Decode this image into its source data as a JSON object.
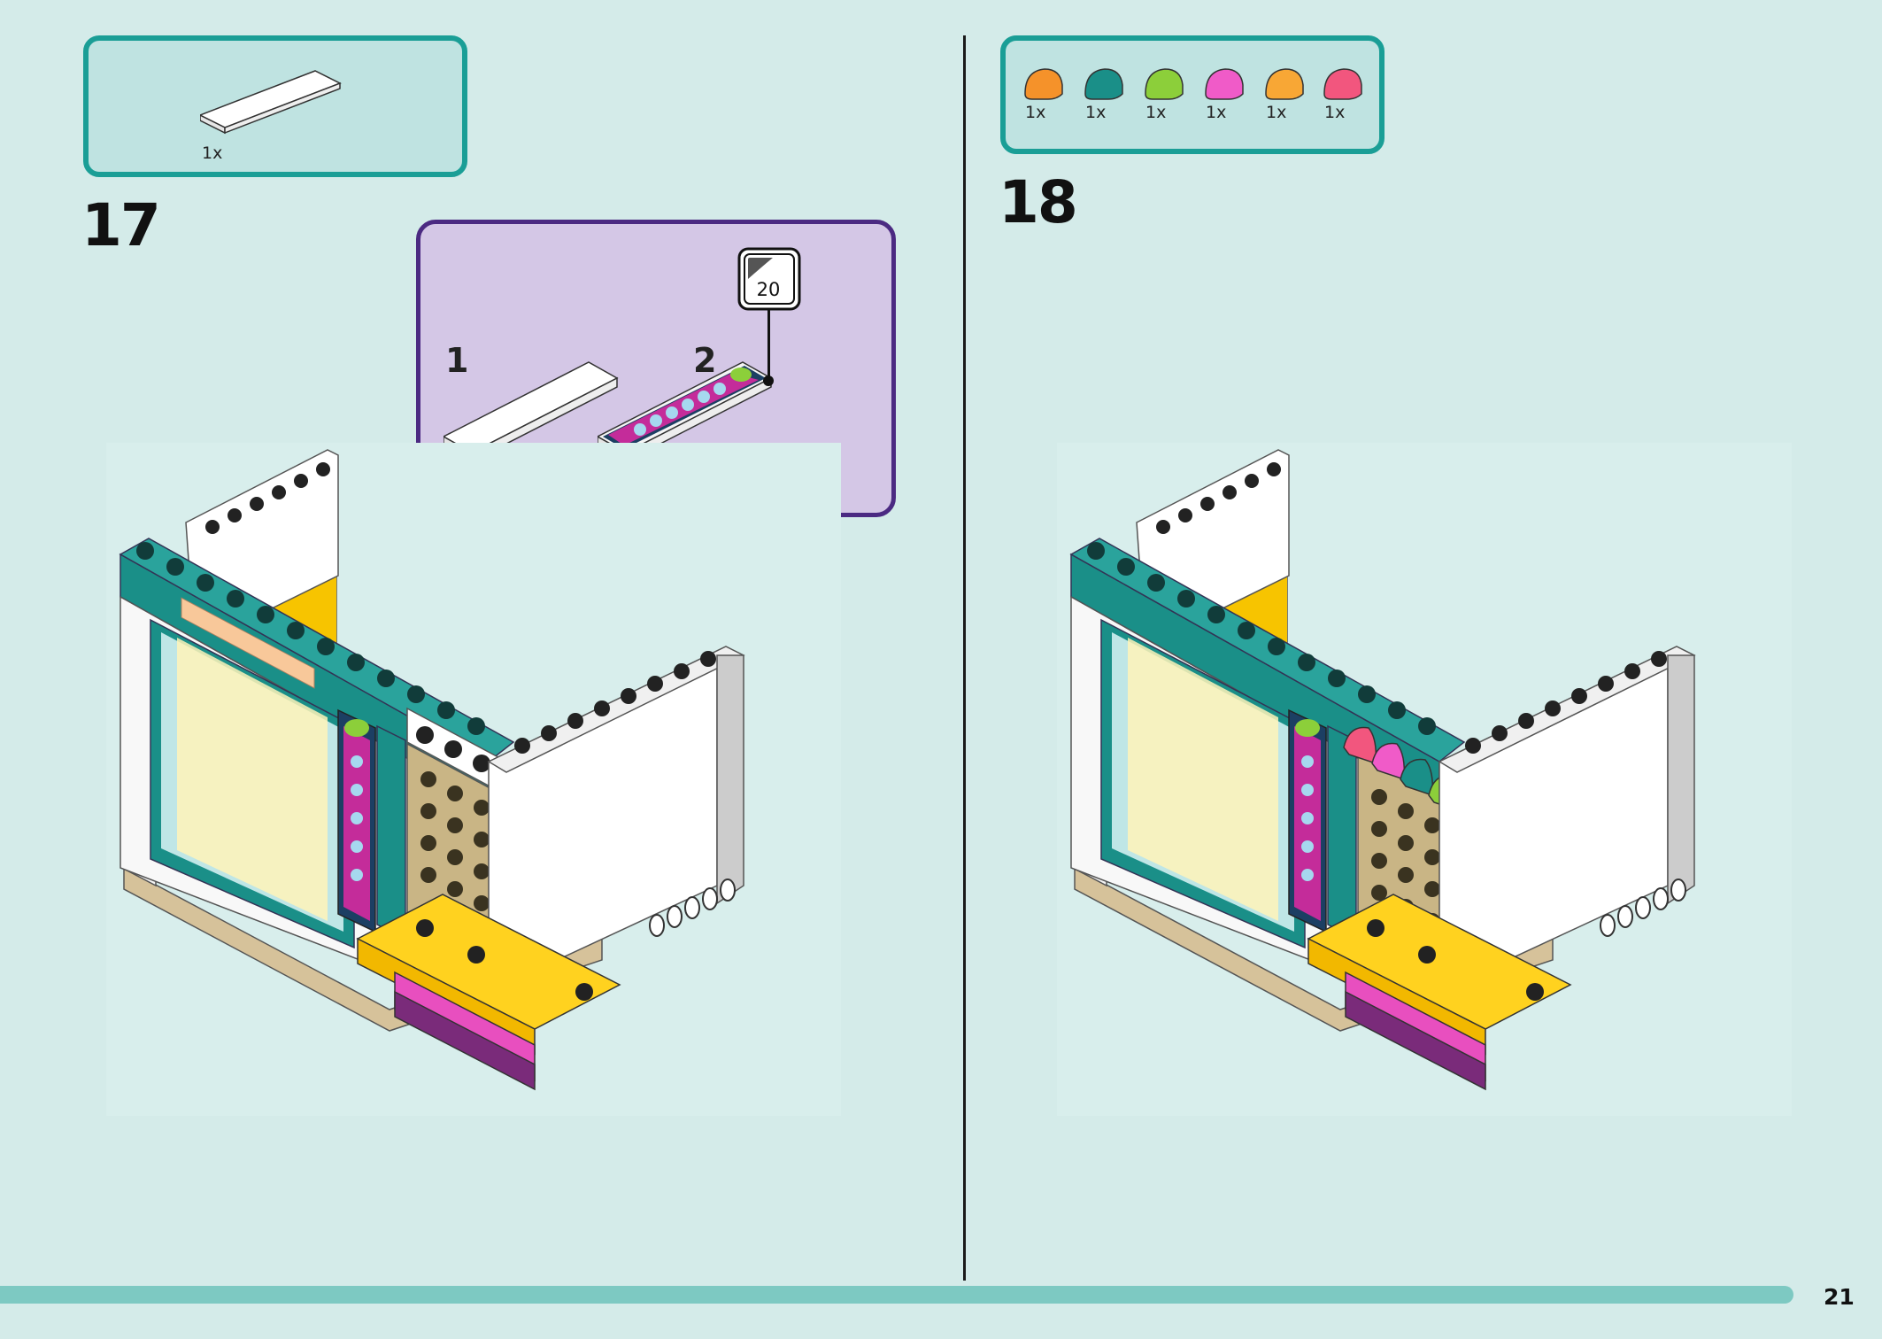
{
  "step17": {
    "number": "17",
    "parts": [
      {
        "name": "white-tile-1x4",
        "qty": "1x"
      }
    ],
    "substep": {
      "items": [
        {
          "label": "1",
          "part": "white-tile-1x4"
        },
        {
          "label": "2",
          "part": "printed-menu-tile-1x4"
        }
      ],
      "sticker_number": "20"
    }
  },
  "step18": {
    "number": "18",
    "parts": [
      {
        "name": "orange-curved-slope",
        "qty": "1x",
        "color": "#f5922a"
      },
      {
        "name": "teal-curved-slope",
        "qty": "1x",
        "color": "#1a8f88"
      },
      {
        "name": "lime-curved-slope",
        "qty": "1x",
        "color": "#8ccf3a"
      },
      {
        "name": "magenta-curved-slope",
        "qty": "1x",
        "color": "#f05bc8"
      },
      {
        "name": "light-orange-curved-slope",
        "qty": "1x",
        "color": "#f8a735"
      },
      {
        "name": "pink-curved-slope",
        "qty": "1x",
        "color": "#f2567e"
      }
    ]
  },
  "page_number": "21",
  "colors": {
    "background": "#d4ebe9",
    "parts_border": "#1a9e96",
    "substep_border": "#4b2a82",
    "substep_fill": "#d4c7e6",
    "teal_brick": "#1a8f88",
    "yellow_brick": "#ffd21f",
    "tan_base": "#d6c29a"
  }
}
